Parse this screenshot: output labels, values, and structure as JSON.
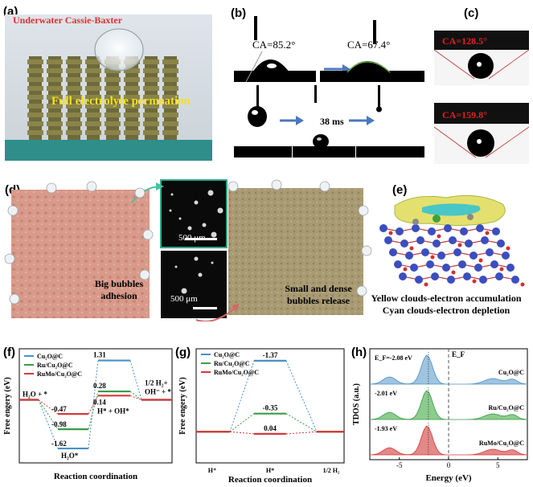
{
  "panel_labels": {
    "a": "(a)",
    "b": "(b)",
    "c": "(c)",
    "d": "(d)",
    "e": "(e)",
    "f": "(f)",
    "g": "(g)",
    "h": "(h)"
  },
  "panel_a": {
    "title": "Underwater Cassie-Baxter",
    "caption": "Full electrolyte permeation"
  },
  "panel_b": {
    "ca1": "CA=85.2°",
    "ca2": "CA=67.4°",
    "time": "38 ms"
  },
  "panel_c": {
    "ca1": "CA=128.5°",
    "ca2": "CA=159.8°"
  },
  "panel_d": {
    "left_caption_1": "Big bubbles",
    "left_caption_2": "adhesion",
    "right_caption_1": "Small and dense",
    "right_caption_2": "bubbles release",
    "scale_top": "500 μm",
    "scale_bottom": "500 μm"
  },
  "panel_e": {
    "line1": "Yellow clouds-electron accumulation",
    "line2": "Cyan clouds-electron depletion"
  },
  "legend": [
    "Cu₂O@C",
    "Ru/Cu₂O@C",
    "RuMo/Cu₂O@C"
  ],
  "colors": {
    "cu2o": "#4a90c6",
    "ru": "#3a9a4a",
    "rumo": "#d83a3a",
    "navy": "#1c2f7a"
  },
  "chart_data": [
    {
      "type": "line",
      "panel": "f",
      "ylabel": "Free engery (eV)",
      "xlabel": "Reaction coordination",
      "states": [
        "H₂O + *",
        "H₂O*",
        "H* + OH*",
        "1/2 H₂+ OH⁻ + *"
      ],
      "series": [
        {
          "name": "Cu₂O@C",
          "values": [
            0,
            -1.62,
            1.31,
            0
          ]
        },
        {
          "name": "Ru/Cu₂O@C",
          "values": [
            0,
            -0.98,
            0.28,
            0
          ]
        },
        {
          "name": "RuMo/Cu₂O@C",
          "values": [
            0,
            -0.47,
            0.14,
            0
          ]
        }
      ],
      "labels": {
        "h2o_star": "H₂O*",
        "h_oh": "H* + OH*",
        "start": "H₂O + *",
        "end1": "1/2 H₂+",
        "end2": "OH⁻ + *"
      }
    },
    {
      "type": "line",
      "panel": "g",
      "ylabel": "Free engery (eV)",
      "xlabel": "Reaction coordination",
      "categories": [
        "H⁺",
        "H*",
        "1/2 H₂"
      ],
      "series": [
        {
          "name": "Cu₂O@C",
          "values": [
            0,
            -1.37,
            0
          ]
        },
        {
          "name": "Ru/Cu₂O@C",
          "values": [
            0,
            -0.35,
            0
          ]
        },
        {
          "name": "RuMo/Cu₂O@C",
          "values": [
            0,
            0.04,
            0
          ]
        }
      ]
    },
    {
      "type": "area",
      "panel": "h",
      "ylabel": "TDOS (a.u.)",
      "xlabel": "Energy (eV)",
      "fermi_label": "E_F",
      "xlim": [
        -8,
        8
      ],
      "xticks": [
        -5,
        0,
        5
      ],
      "series": [
        {
          "name": "Cu₂O@C",
          "d_band_center": "E_F=-2.08 eV"
        },
        {
          "name": "Ru/Cu₂O@C",
          "d_band_center": "-2.01 eV"
        },
        {
          "name": "RuMo/Cu₂O@C",
          "d_band_center": "-1.93 eV"
        }
      ]
    }
  ]
}
